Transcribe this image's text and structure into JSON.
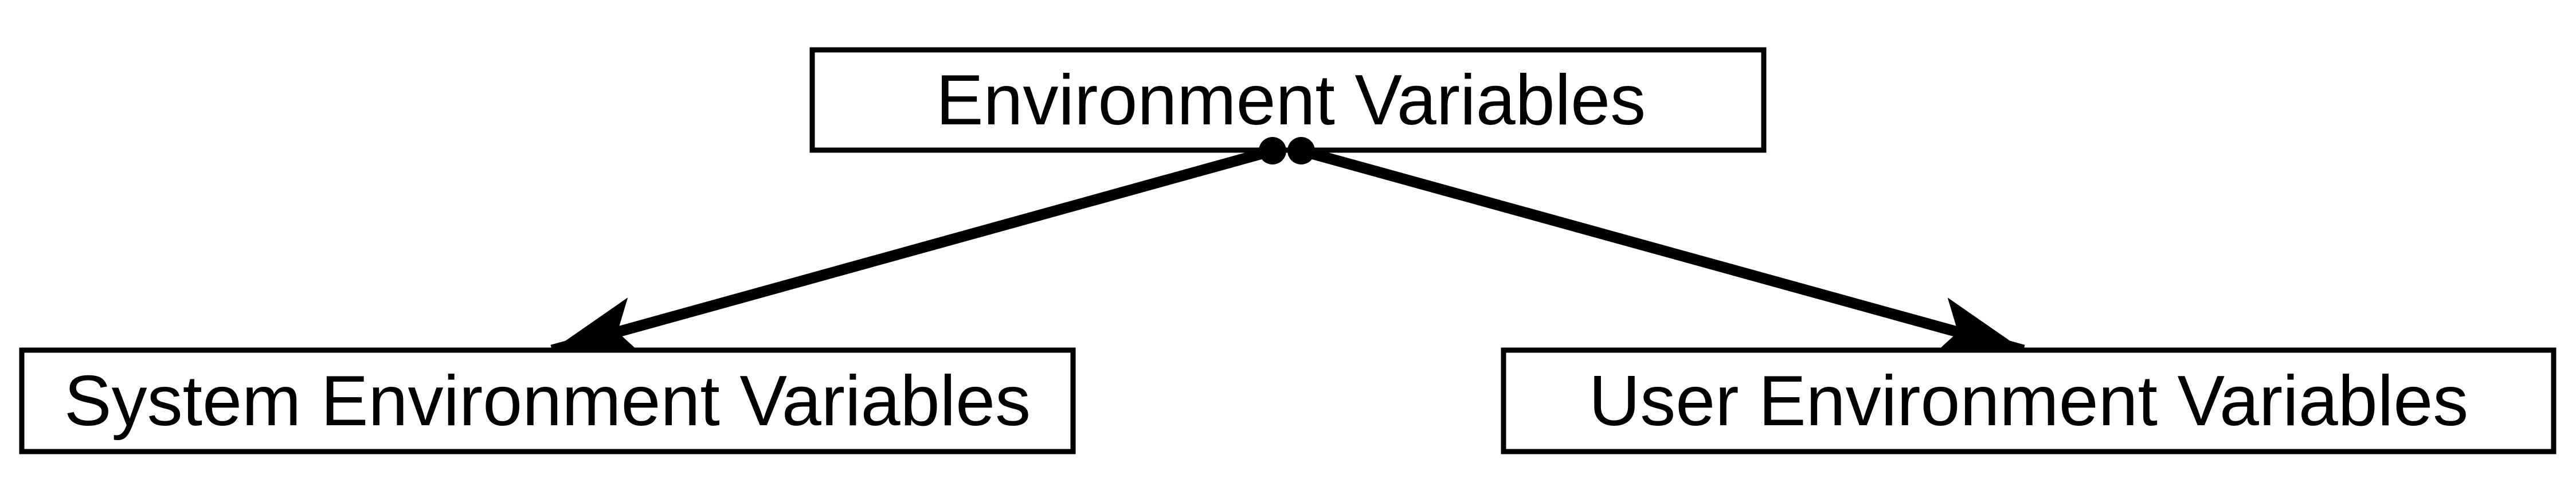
{
  "diagram": {
    "root": {
      "label": "Environment Variables"
    },
    "children": [
      {
        "label": "System Environment Variables"
      },
      {
        "label": "User Environment Variables"
      }
    ],
    "colors": {
      "stroke": "#000000",
      "node_fill": "#ffffff",
      "background": "#ffffff"
    }
  }
}
